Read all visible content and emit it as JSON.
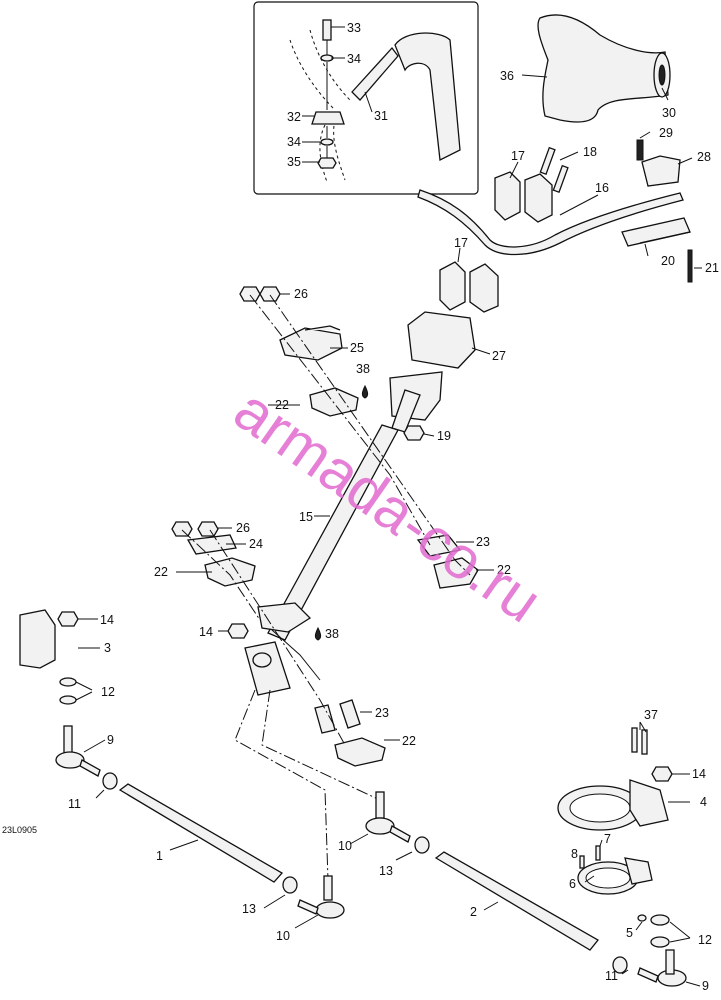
{
  "diagram_code": "23L0905",
  "watermark": "armada-co.ru",
  "callouts": [
    {
      "id": "c33",
      "text": "33"
    },
    {
      "id": "c34a",
      "text": "34"
    },
    {
      "id": "c31",
      "text": "31"
    },
    {
      "id": "c32",
      "text": "32"
    },
    {
      "id": "c34b",
      "text": "34"
    },
    {
      "id": "c35",
      "text": "35"
    },
    {
      "id": "c36",
      "text": "36"
    },
    {
      "id": "c30",
      "text": "30"
    },
    {
      "id": "c29",
      "text": "29"
    },
    {
      "id": "c28",
      "text": "28"
    },
    {
      "id": "c18",
      "text": "18"
    },
    {
      "id": "c17a",
      "text": "17"
    },
    {
      "id": "c16",
      "text": "16"
    },
    {
      "id": "c17b",
      "text": "17"
    },
    {
      "id": "c20",
      "text": "20"
    },
    {
      "id": "c21",
      "text": "21"
    },
    {
      "id": "c26a",
      "text": "26"
    },
    {
      "id": "c25",
      "text": "25"
    },
    {
      "id": "c27",
      "text": "27"
    },
    {
      "id": "c38a",
      "text": "38"
    },
    {
      "id": "c22a",
      "text": "22"
    },
    {
      "id": "c19",
      "text": "19"
    },
    {
      "id": "c15",
      "text": "15"
    },
    {
      "id": "c26b",
      "text": "26"
    },
    {
      "id": "c24",
      "text": "24"
    },
    {
      "id": "c23a",
      "text": "23"
    },
    {
      "id": "c22b",
      "text": "22"
    },
    {
      "id": "c22c",
      "text": "22"
    },
    {
      "id": "c14a",
      "text": "14"
    },
    {
      "id": "c3",
      "text": "3"
    },
    {
      "id": "c14b",
      "text": "14"
    },
    {
      "id": "c38b",
      "text": "38"
    },
    {
      "id": "c12a",
      "text": "12"
    },
    {
      "id": "c23b",
      "text": "23"
    },
    {
      "id": "c22d",
      "text": "22"
    },
    {
      "id": "c9a",
      "text": "9"
    },
    {
      "id": "c11a",
      "text": "11"
    },
    {
      "id": "c37",
      "text": "37"
    },
    {
      "id": "c14c",
      "text": "14"
    },
    {
      "id": "c4",
      "text": "4"
    },
    {
      "id": "c1",
      "text": "1"
    },
    {
      "id": "c10a",
      "text": "10"
    },
    {
      "id": "c13a",
      "text": "13"
    },
    {
      "id": "c7",
      "text": "7"
    },
    {
      "id": "c8",
      "text": "8"
    },
    {
      "id": "c6",
      "text": "6"
    },
    {
      "id": "c13b",
      "text": "13"
    },
    {
      "id": "c10b",
      "text": "10"
    },
    {
      "id": "c2",
      "text": "2"
    },
    {
      "id": "c5",
      "text": "5"
    },
    {
      "id": "c12b",
      "text": "12"
    },
    {
      "id": "c11b",
      "text": "11"
    },
    {
      "id": "c9b",
      "text": "9"
    }
  ]
}
